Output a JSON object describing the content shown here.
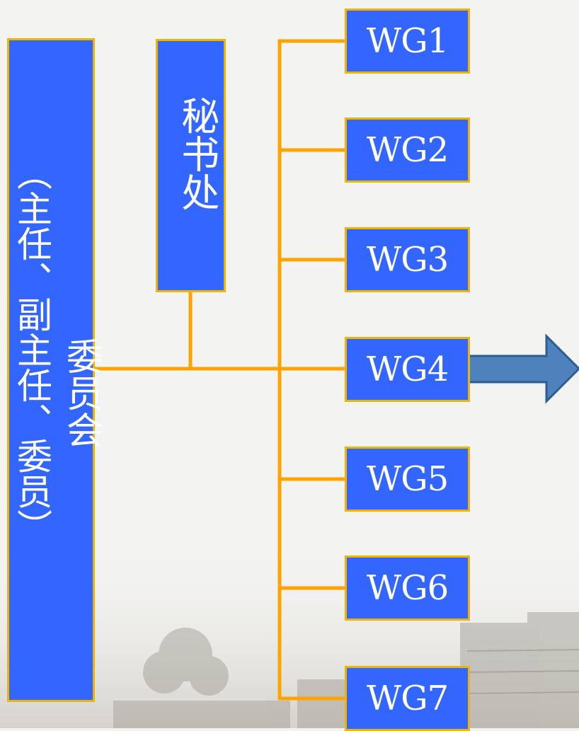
{
  "committee": {
    "title": "委员会",
    "members": "（主任、副主任、委员）"
  },
  "secretariat": {
    "label": "秘书处"
  },
  "working_groups": [
    "WG1",
    "WG2",
    "WG3",
    "WG4",
    "WG5",
    "WG6",
    "WG7"
  ],
  "colors": {
    "box_fill": "#3366ff",
    "box_border": "#f0b400",
    "connector": "#ffa300",
    "arrow_fill": "#4f81bd",
    "arrow_stroke": "#2e5d95",
    "text": "#ffffff"
  }
}
